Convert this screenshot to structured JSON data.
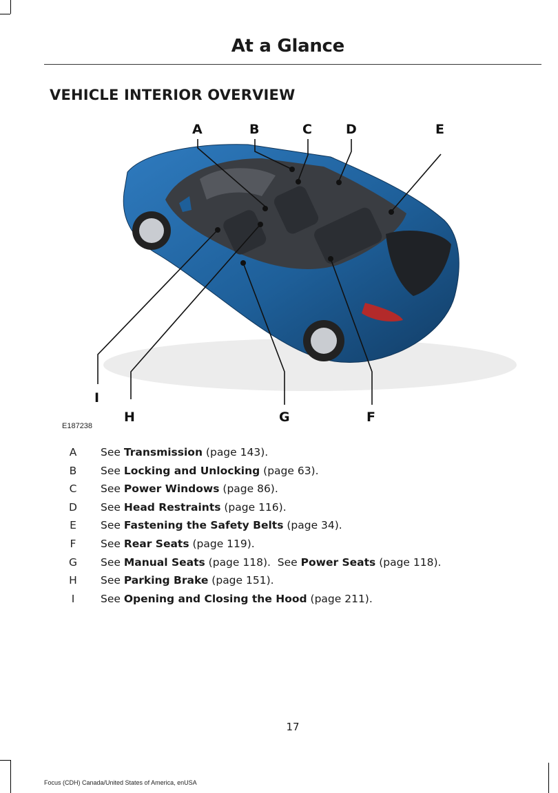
{
  "header": {
    "title": "At a Glance"
  },
  "section": {
    "title": "VEHICLE INTERIOR OVERVIEW"
  },
  "figure": {
    "code": "E187238",
    "callouts": [
      "A",
      "B",
      "C",
      "D",
      "E",
      "F",
      "G",
      "H",
      "I"
    ],
    "colors": {
      "body": "#1e5f99",
      "body_dark": "#123d66",
      "interior": "#3a3d42",
      "seat": "#2b2e33"
    }
  },
  "legend": [
    {
      "letter": "A",
      "pre": "See ",
      "bold": "Transmission",
      "post": " (page 143).",
      "bold2": "",
      "post2": ""
    },
    {
      "letter": "B",
      "pre": "See ",
      "bold": "Locking and Unlocking",
      "post": " (page 63).",
      "bold2": "",
      "post2": ""
    },
    {
      "letter": "C",
      "pre": "See ",
      "bold": "Power Windows",
      "post": " (page 86).",
      "bold2": "",
      "post2": ""
    },
    {
      "letter": "D",
      "pre": "See ",
      "bold": "Head Restraints",
      "post": " (page 116).",
      "bold2": "",
      "post2": ""
    },
    {
      "letter": "E",
      "pre": "See ",
      "bold": "Fastening the Safety Belts",
      "post": " (page 34).",
      "bold2": "",
      "post2": ""
    },
    {
      "letter": "F",
      "pre": "See ",
      "bold": "Rear Seats",
      "post": " (page 119).",
      "bold2": "",
      "post2": ""
    },
    {
      "letter": "G",
      "pre": "See ",
      "bold": "Manual Seats",
      "post": " (page 118).  See ",
      "bold2": "Power Seats",
      "post2": " (page 118)."
    },
    {
      "letter": "H",
      "pre": "See ",
      "bold": "Parking Brake",
      "post": " (page 151).",
      "bold2": "",
      "post2": ""
    },
    {
      "letter": "I",
      "pre": "See ",
      "bold": "Opening and Closing the Hood",
      "post": " (page 211).",
      "bold2": "",
      "post2": ""
    }
  ],
  "page_number": "17",
  "footer": "Focus (CDH) Canada/United States of America, enUSA"
}
